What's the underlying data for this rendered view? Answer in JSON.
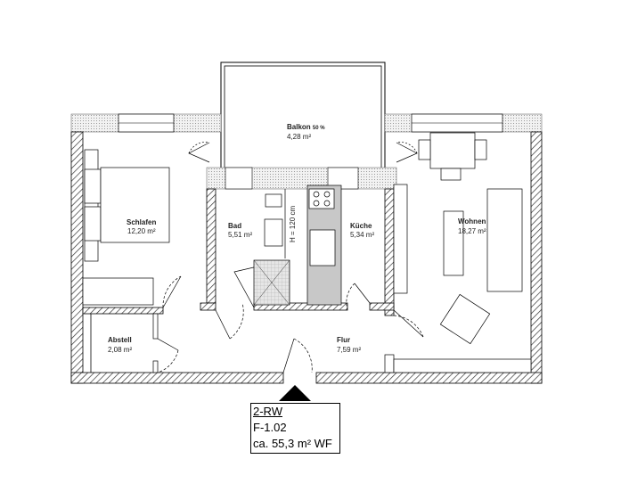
{
  "rooms": {
    "balkon": {
      "name": "Balkon",
      "extra": "50 %",
      "area": "4,28 m²"
    },
    "schlafen": {
      "name": "Schlafen",
      "area": "12,20 m²"
    },
    "bad": {
      "name": "Bad",
      "area": "5,51 m²"
    },
    "kueche": {
      "name": "Küche",
      "area": "5,34 m²"
    },
    "wohnen": {
      "name": "Wohnen",
      "area": "18,27 m²"
    },
    "abstell": {
      "name": "Abstell",
      "area": "2,08 m²"
    },
    "flur": {
      "name": "Flur",
      "area": "7,59 m²"
    }
  },
  "bad_dimension": "H = 120 cm",
  "unit_label": {
    "type": "2-RW",
    "id": "F-1.02",
    "area": "ca. 55,3 m² WF"
  },
  "colors": {
    "wall": "#000000",
    "counter": "#c8c8c8"
  }
}
